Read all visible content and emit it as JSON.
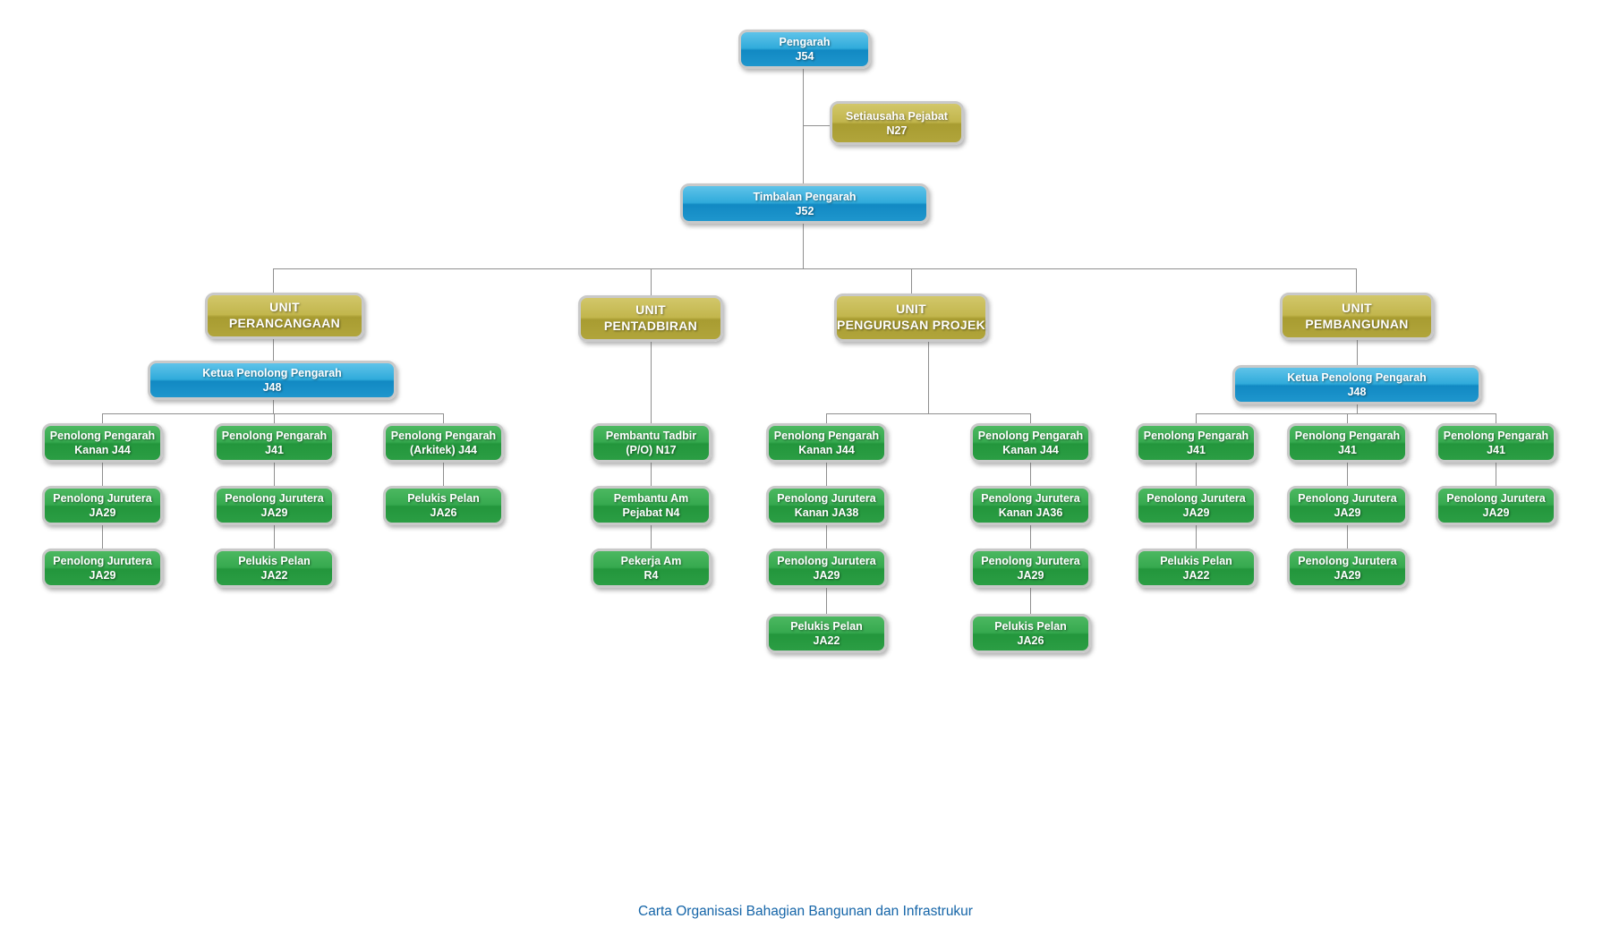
{
  "caption": "Carta Organisasi Bahagian Bangunan dan Infrastrukur",
  "colors": {
    "box_blue": "#1b90c8",
    "box_olive": "#b2a63a",
    "box_green": "#2da049",
    "box_border": "#c9c9c9",
    "connector_line": "#8f8f8f",
    "caption_text": "#1565a8",
    "box_text": "#ffffff",
    "background": "#ffffff"
  },
  "top": {
    "director": {
      "line1": "Pengarah",
      "line2": "J54"
    },
    "secretary": {
      "line1": "Setiausaha Pejabat",
      "line2": "N27"
    },
    "deputy": {
      "line1": "Timbalan Pengarah",
      "line2": "J52"
    }
  },
  "branches": {
    "perancangaan": {
      "unit": {
        "line1": "UNIT",
        "line2": "PERANCANGAAN"
      },
      "head": {
        "line1": "Ketua Penolong Pengarah",
        "line2": "J48"
      },
      "columns": [
        [
          {
            "line1": "Penolong Pengarah",
            "line2": "Kanan J44"
          },
          {
            "line1": "Penolong Jurutera",
            "line2": "JA29"
          },
          {
            "line1": "Penolong Jurutera",
            "line2": "JA29"
          }
        ],
        [
          {
            "line1": "Penolong Pengarah",
            "line2": "J41"
          },
          {
            "line1": "Penolong Jurutera",
            "line2": "JA29"
          },
          {
            "line1": "Pelukis Pelan",
            "line2": "JA22"
          }
        ],
        [
          {
            "line1": "Penolong Pengarah",
            "line2": "(Arkitek) J44"
          },
          {
            "line1": "Pelukis Pelan",
            "line2": "JA26"
          }
        ]
      ]
    },
    "pentadbiran": {
      "unit": {
        "line1": "UNIT",
        "line2": "PENTADBIRAN"
      },
      "columns": [
        [
          {
            "line1": "Pembantu Tadbir",
            "line2": "(P/O) N17"
          },
          {
            "line1": "Pembantu Am",
            "line2": "Pejabat  N4"
          },
          {
            "line1": "Pekerja Am",
            "line2": "R4"
          }
        ]
      ]
    },
    "pengurusan_projek": {
      "unit": {
        "line1": "UNIT",
        "line2": "PENGURUSAN PROJEK"
      },
      "columns": [
        [
          {
            "line1": "Penolong Pengarah",
            "line2": "Kanan J44"
          },
          {
            "line1": "Penolong Jurutera",
            "line2": "Kanan JA38"
          },
          {
            "line1": "Penolong Jurutera",
            "line2": "JA29"
          },
          {
            "line1": "Pelukis Pelan",
            "line2": "JA22"
          }
        ],
        [
          {
            "line1": "Penolong Pengarah",
            "line2": "Kanan J44"
          },
          {
            "line1": "Penolong Jurutera",
            "line2": "Kanan JA36"
          },
          {
            "line1": "Penolong Jurutera",
            "line2": "JA29"
          },
          {
            "line1": "Pelukis Pelan",
            "line2": "JA26"
          }
        ]
      ]
    },
    "pembangunan": {
      "unit": {
        "line1": "UNIT",
        "line2": "PEMBANGUNAN"
      },
      "head": {
        "line1": "Ketua Penolong Pengarah",
        "line2": "J48"
      },
      "columns": [
        [
          {
            "line1": "Penolong Pengarah",
            "line2": "J41"
          },
          {
            "line1": "Penolong Jurutera",
            "line2": "JA29"
          },
          {
            "line1": "Pelukis Pelan",
            "line2": "JA22"
          }
        ],
        [
          {
            "line1": "Penolong Pengarah",
            "line2": "J41"
          },
          {
            "line1": "Penolong Jurutera",
            "line2": "JA29"
          },
          {
            "line1": "Penolong Jurutera",
            "line2": "JA29"
          }
        ],
        [
          {
            "line1": "Penolong Pengarah",
            "line2": "J41"
          },
          {
            "line1": "Penolong Jurutera",
            "line2": "JA29"
          }
        ]
      ]
    }
  }
}
